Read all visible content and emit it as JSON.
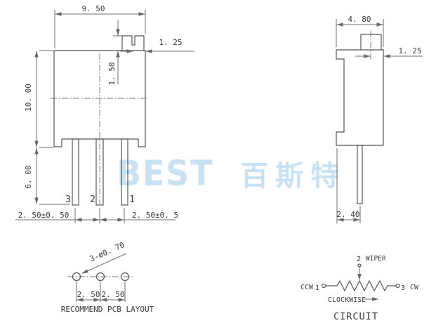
{
  "watermark": {
    "latin": "BEST",
    "cjk": "百斯特"
  },
  "front_view": {
    "width_label": "9. 50",
    "height_label": "10. 00",
    "screw_height_label": "1. 50",
    "screw_offset_label": "1. 25",
    "pin_length_label": "6. 00",
    "pitch_left_label": "2. 50±0. 50",
    "pitch_right_label": "2. 50±0. 5",
    "pin_labels": [
      "3",
      "2",
      "1"
    ]
  },
  "side_view": {
    "width_label": "4. 80",
    "screw_offset_label": "1. 25",
    "pin_offset_label": "2. 40"
  },
  "pcb_layout": {
    "holes_label": "3-ø0. 70",
    "pitch_left_label": "2. 50",
    "pitch_right_label": "2. 50",
    "caption": "RECOMMEND PCB LAYOUT"
  },
  "circuit": {
    "ccw_label": "CCW",
    "terminal_1": "1",
    "terminal_2": "2",
    "wiper_label": "WIPER",
    "terminal_3": "3",
    "cw_label": "CW",
    "clockwise_label": "CLOCKWISE",
    "caption": "CIRCUIT"
  },
  "colors": {
    "background": "#ffffff",
    "line": "#555555",
    "text": "#3a3a3a",
    "watermark": "#c9e2f3"
  }
}
